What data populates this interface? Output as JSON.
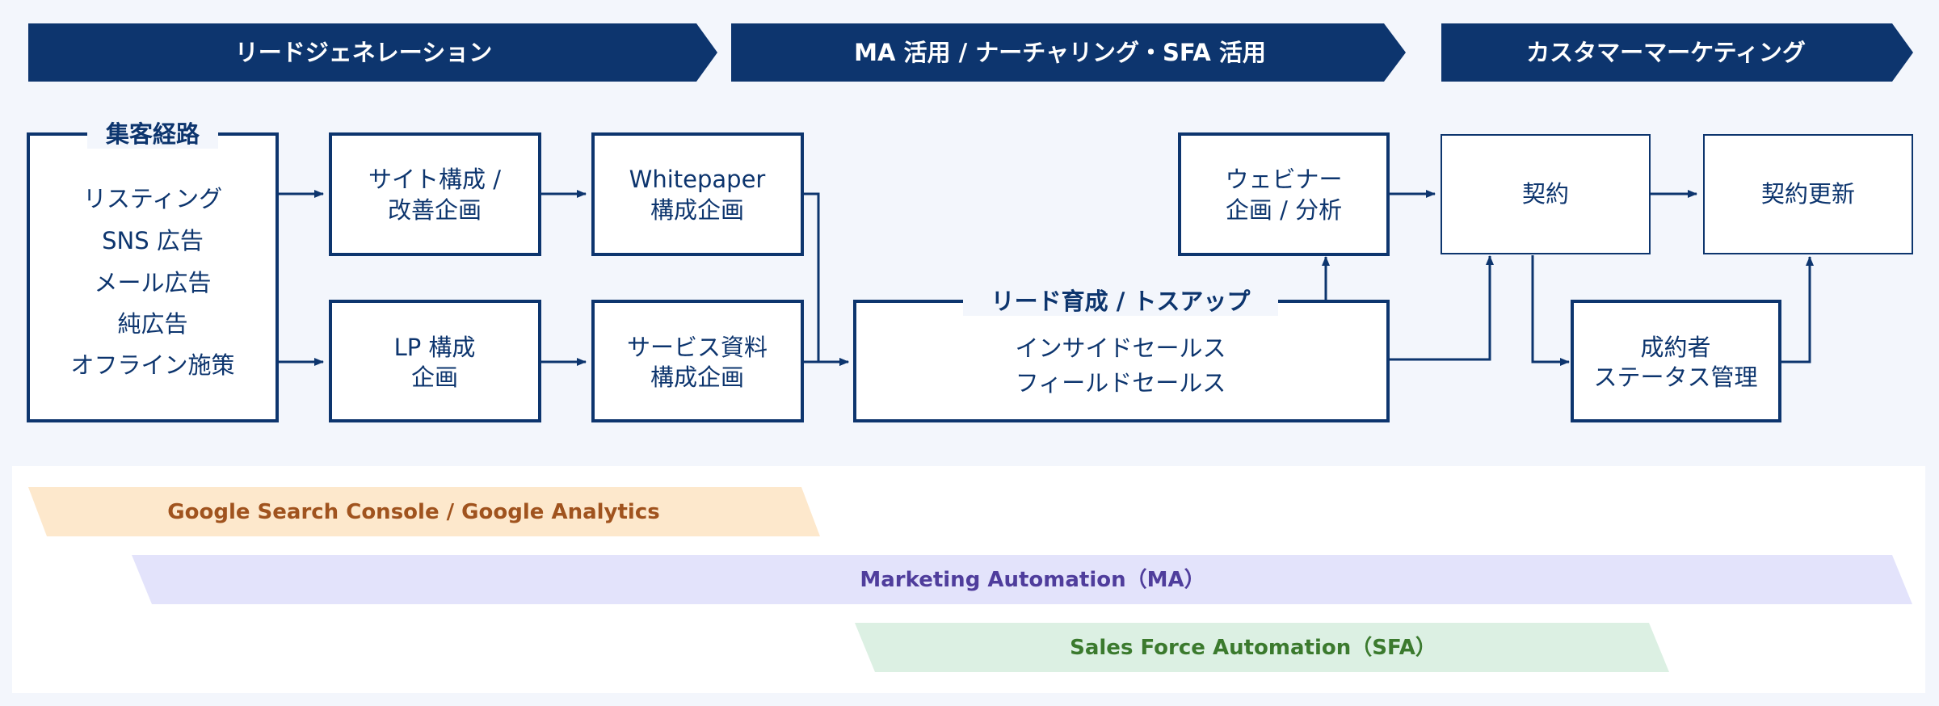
{
  "phases": [
    {
      "label": "リードジェネレーション"
    },
    {
      "label": "MA 活用 / ナーチャリング・SFA 活用"
    },
    {
      "label": "カスタマーマーケティング"
    }
  ],
  "channels": {
    "title": "集客経路",
    "items": [
      "リスティング",
      "SNS 広告",
      "メール広告",
      "純広告",
      "オフライン施策"
    ]
  },
  "boxes": {
    "site": [
      "サイト構成 /",
      "改善企画"
    ],
    "whitepaper": [
      "Whitepaper",
      "構成企画"
    ],
    "lp": [
      "LP 構成",
      "企画"
    ],
    "service_doc": [
      "サービス資料",
      "構成企画"
    ],
    "webinar": [
      "ウェビナー",
      "企画 / 分析"
    ],
    "nurture": {
      "title": "リード育成 / トスアップ",
      "lines": [
        "インサイドセールス",
        "フィールドセールス"
      ]
    },
    "contract": [
      "契約"
    ],
    "renewal": [
      "契約更新"
    ],
    "status": [
      "成約者",
      "ステータス管理"
    ]
  },
  "tools": [
    {
      "label": "Google Search Console / Google Analytics",
      "color": "#a0531e",
      "fill": "#fde8cc"
    },
    {
      "label": "Marketing Automation（MA）",
      "color": "#4f3d9c",
      "fill": "#e3e3fb"
    },
    {
      "label": "Sales Force Automation（SFA）",
      "color": "#3b7a2e",
      "fill": "#dcf0e3"
    }
  ],
  "colors": {
    "navy": "#0d356e",
    "background": "#f3f6fc"
  }
}
